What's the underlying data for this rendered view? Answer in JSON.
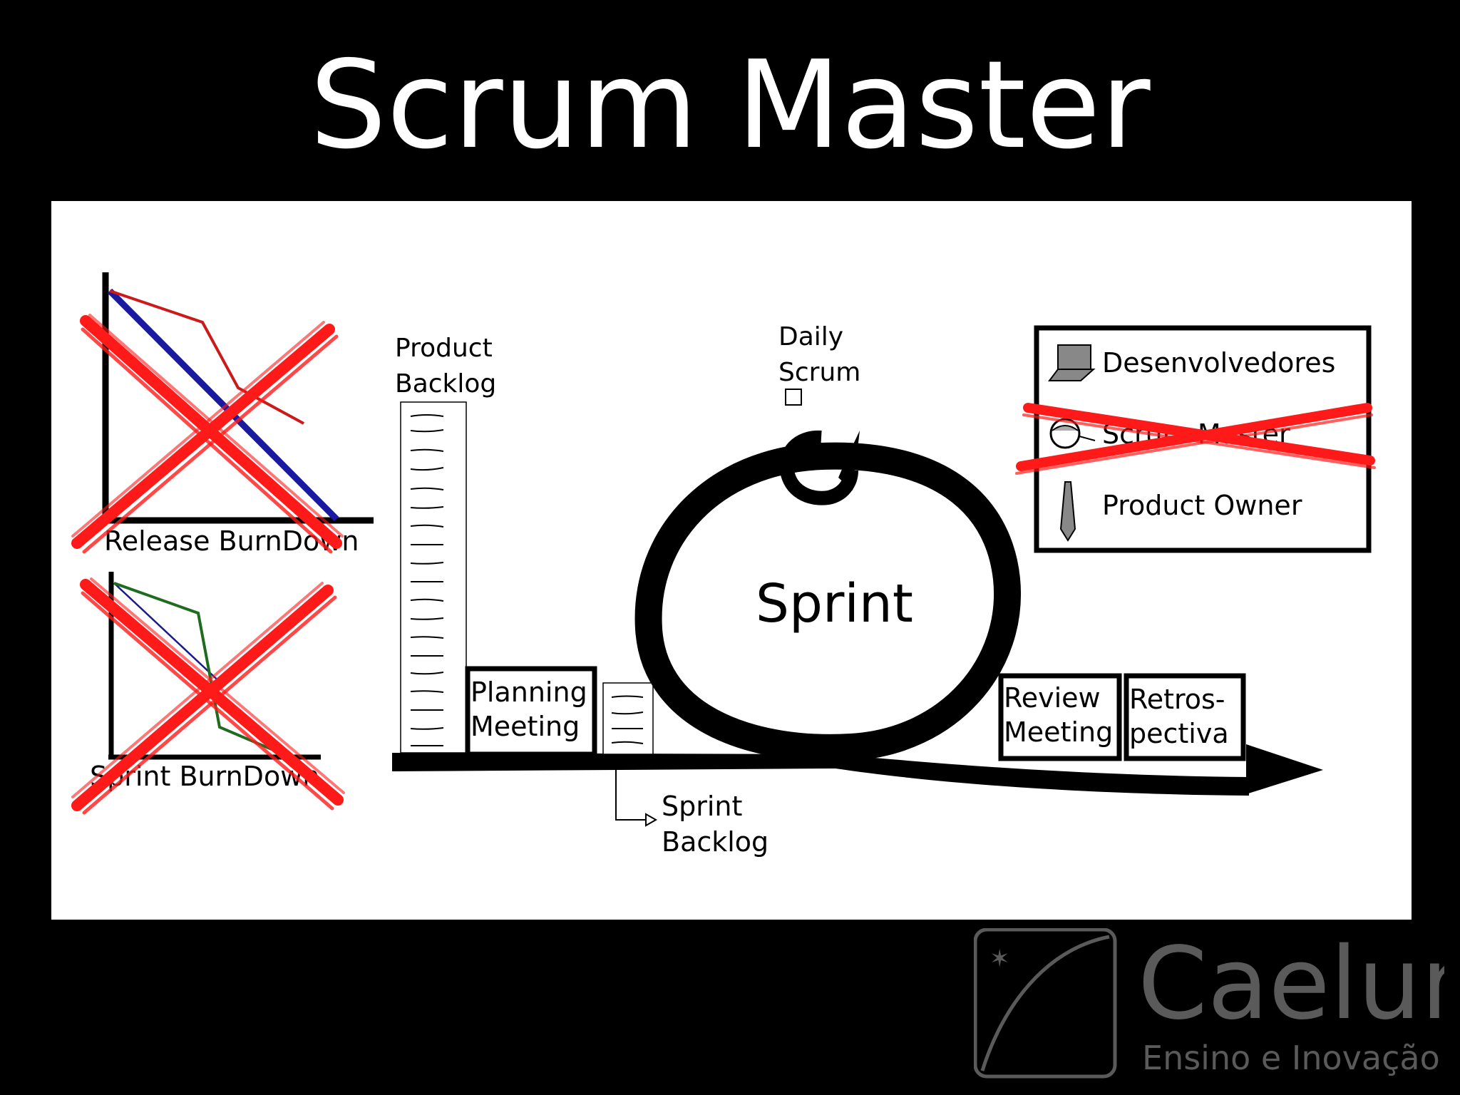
{
  "slide": {
    "title": "Scrum Master"
  },
  "diagram": {
    "release_burndown_label": "Release BurnDown",
    "sprint_burndown_label": "Sprint BurnDown",
    "product_backlog_label": [
      "Product",
      "Backlog"
    ],
    "planning_meeting_label": [
      "Planning",
      "Meeting"
    ],
    "sprint_backlog_label": [
      "Sprint",
      "Backlog"
    ],
    "sprint_label": "Sprint",
    "daily_scrum_label": [
      "Daily",
      "Scrum"
    ],
    "review_meeting_label": [
      "Review",
      "Meeting"
    ],
    "retrospective_label": [
      "Retros-",
      "pectiva"
    ],
    "legend": {
      "developers": "Desenvolvedores",
      "scrum_master": "Scrum Master",
      "product_owner": "Product Owner"
    }
  },
  "branding": {
    "name": "Caelum",
    "tagline": "Ensino e Inovação"
  },
  "colors": {
    "background": "#000000",
    "panel": "#ffffff",
    "cross": "#ff1a1a",
    "release_ideal_line": "#1a1aa0",
    "release_actual_line": "#cc1a1a",
    "sprint_actual_line": "#1f6b1f",
    "logo": "#5a5a5a"
  }
}
